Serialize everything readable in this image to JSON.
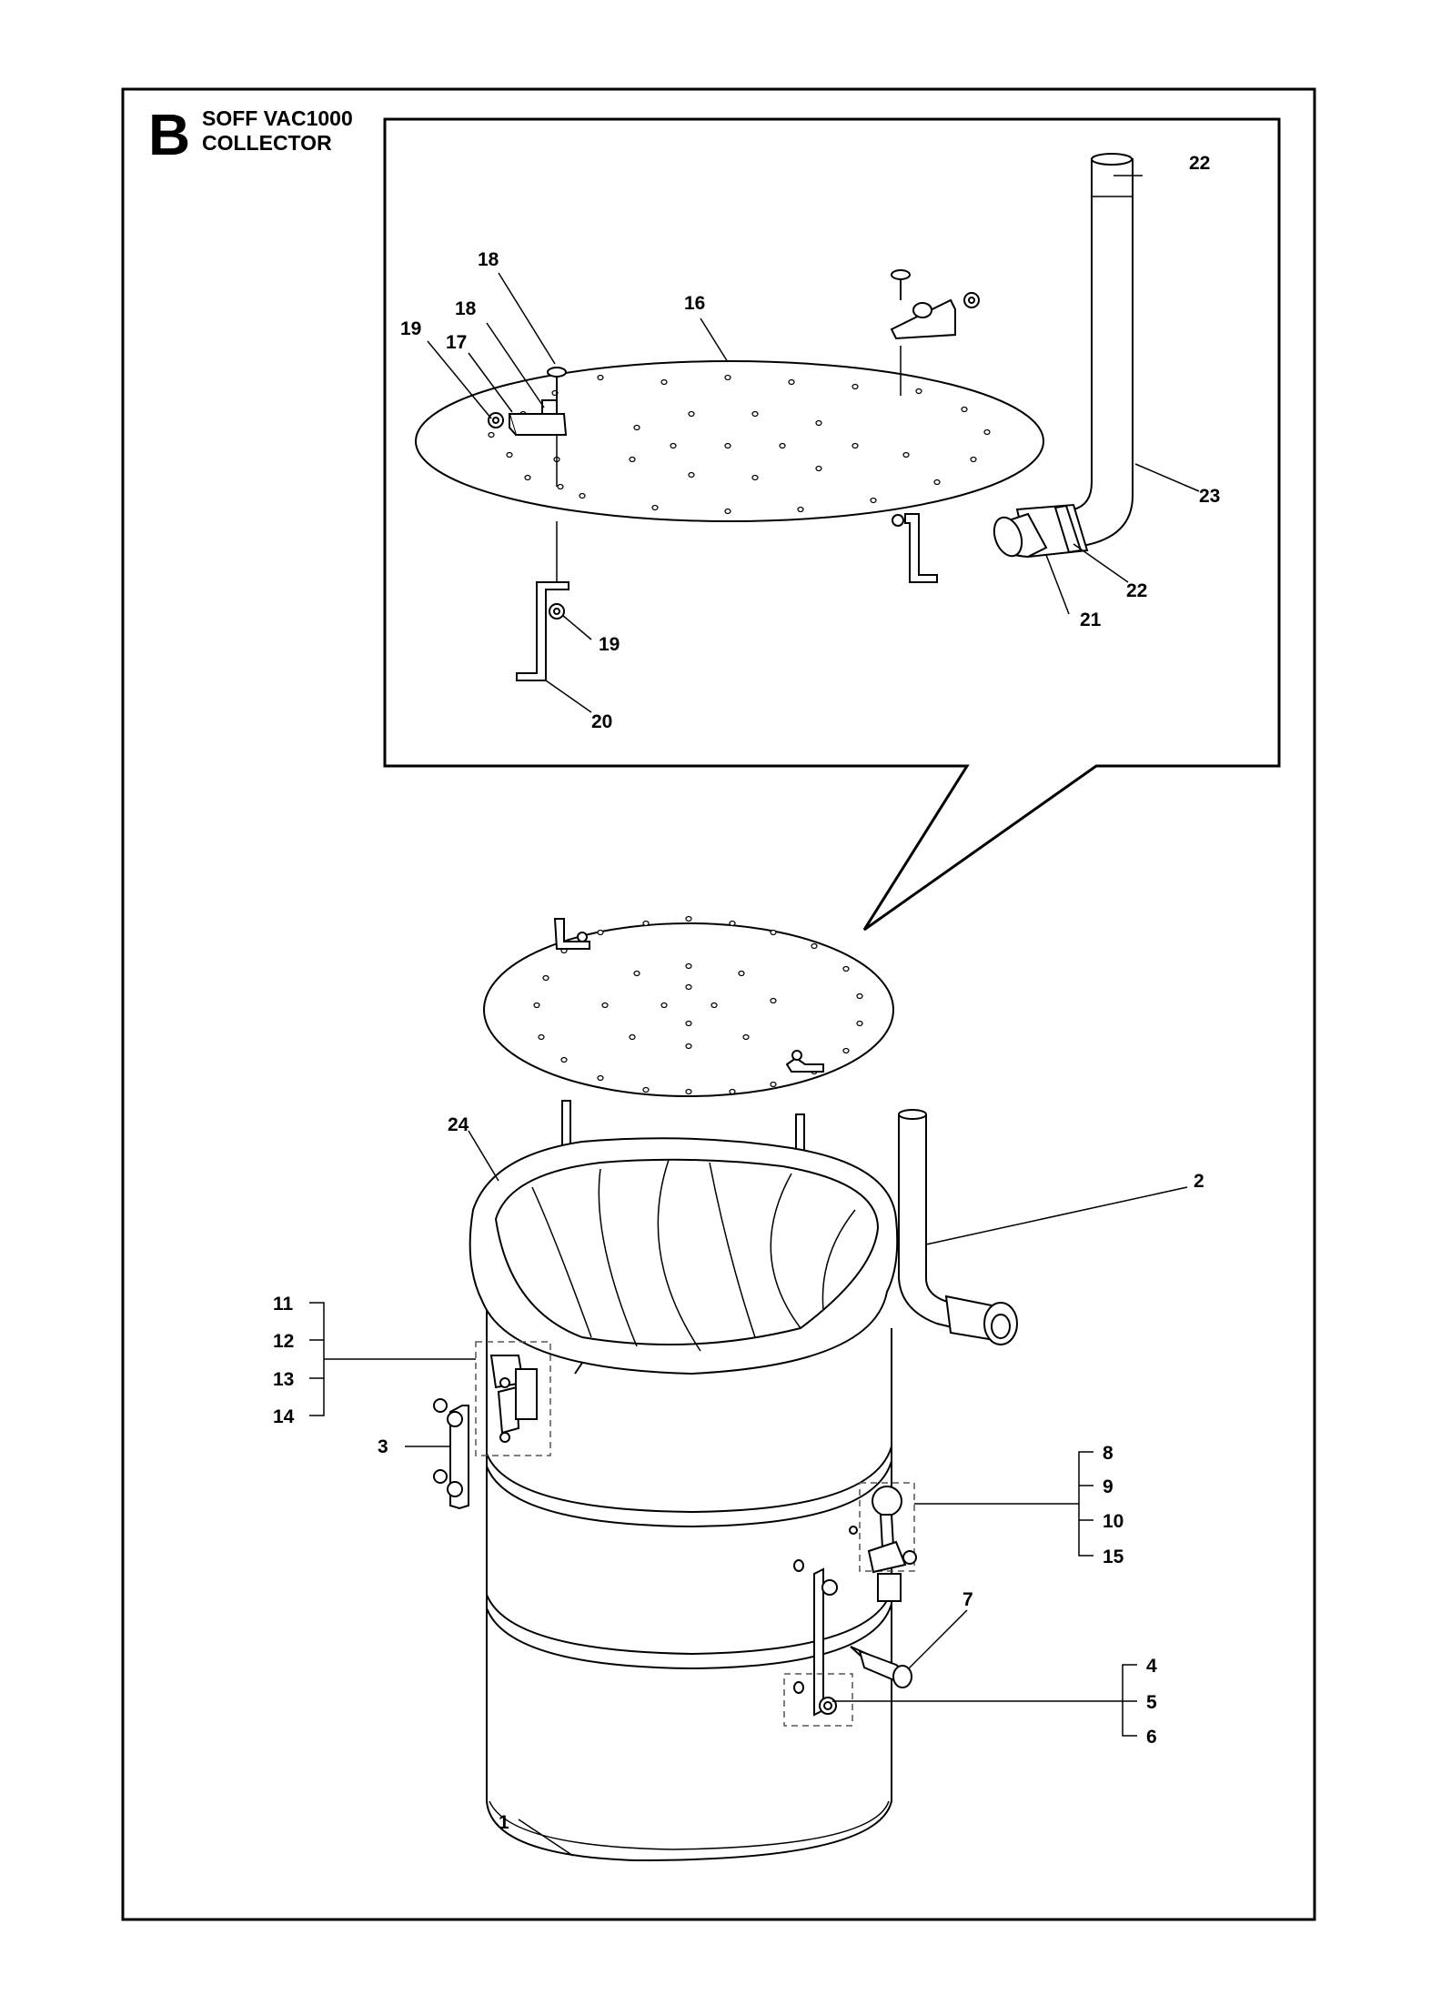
{
  "header": {
    "section_letter": "B",
    "title_line1": "SOFF VAC1000",
    "title_line2": "COLLECTOR"
  },
  "labels": {
    "p1": "1",
    "p2": "2",
    "p3": "3",
    "p4": "4",
    "p5": "5",
    "p6": "6",
    "p7": "7",
    "p8": "8",
    "p9": "9",
    "p10": "10",
    "p11": "11",
    "p12": "12",
    "p13": "13",
    "p14": "14",
    "p15": "15",
    "p16": "16",
    "p17": "17",
    "p18a": "18",
    "p18b": "18",
    "p19a": "19",
    "p19b": "19",
    "p20": "20",
    "p21": "21",
    "p22a": "22",
    "p22b": "22",
    "p23": "23",
    "p24": "24"
  }
}
